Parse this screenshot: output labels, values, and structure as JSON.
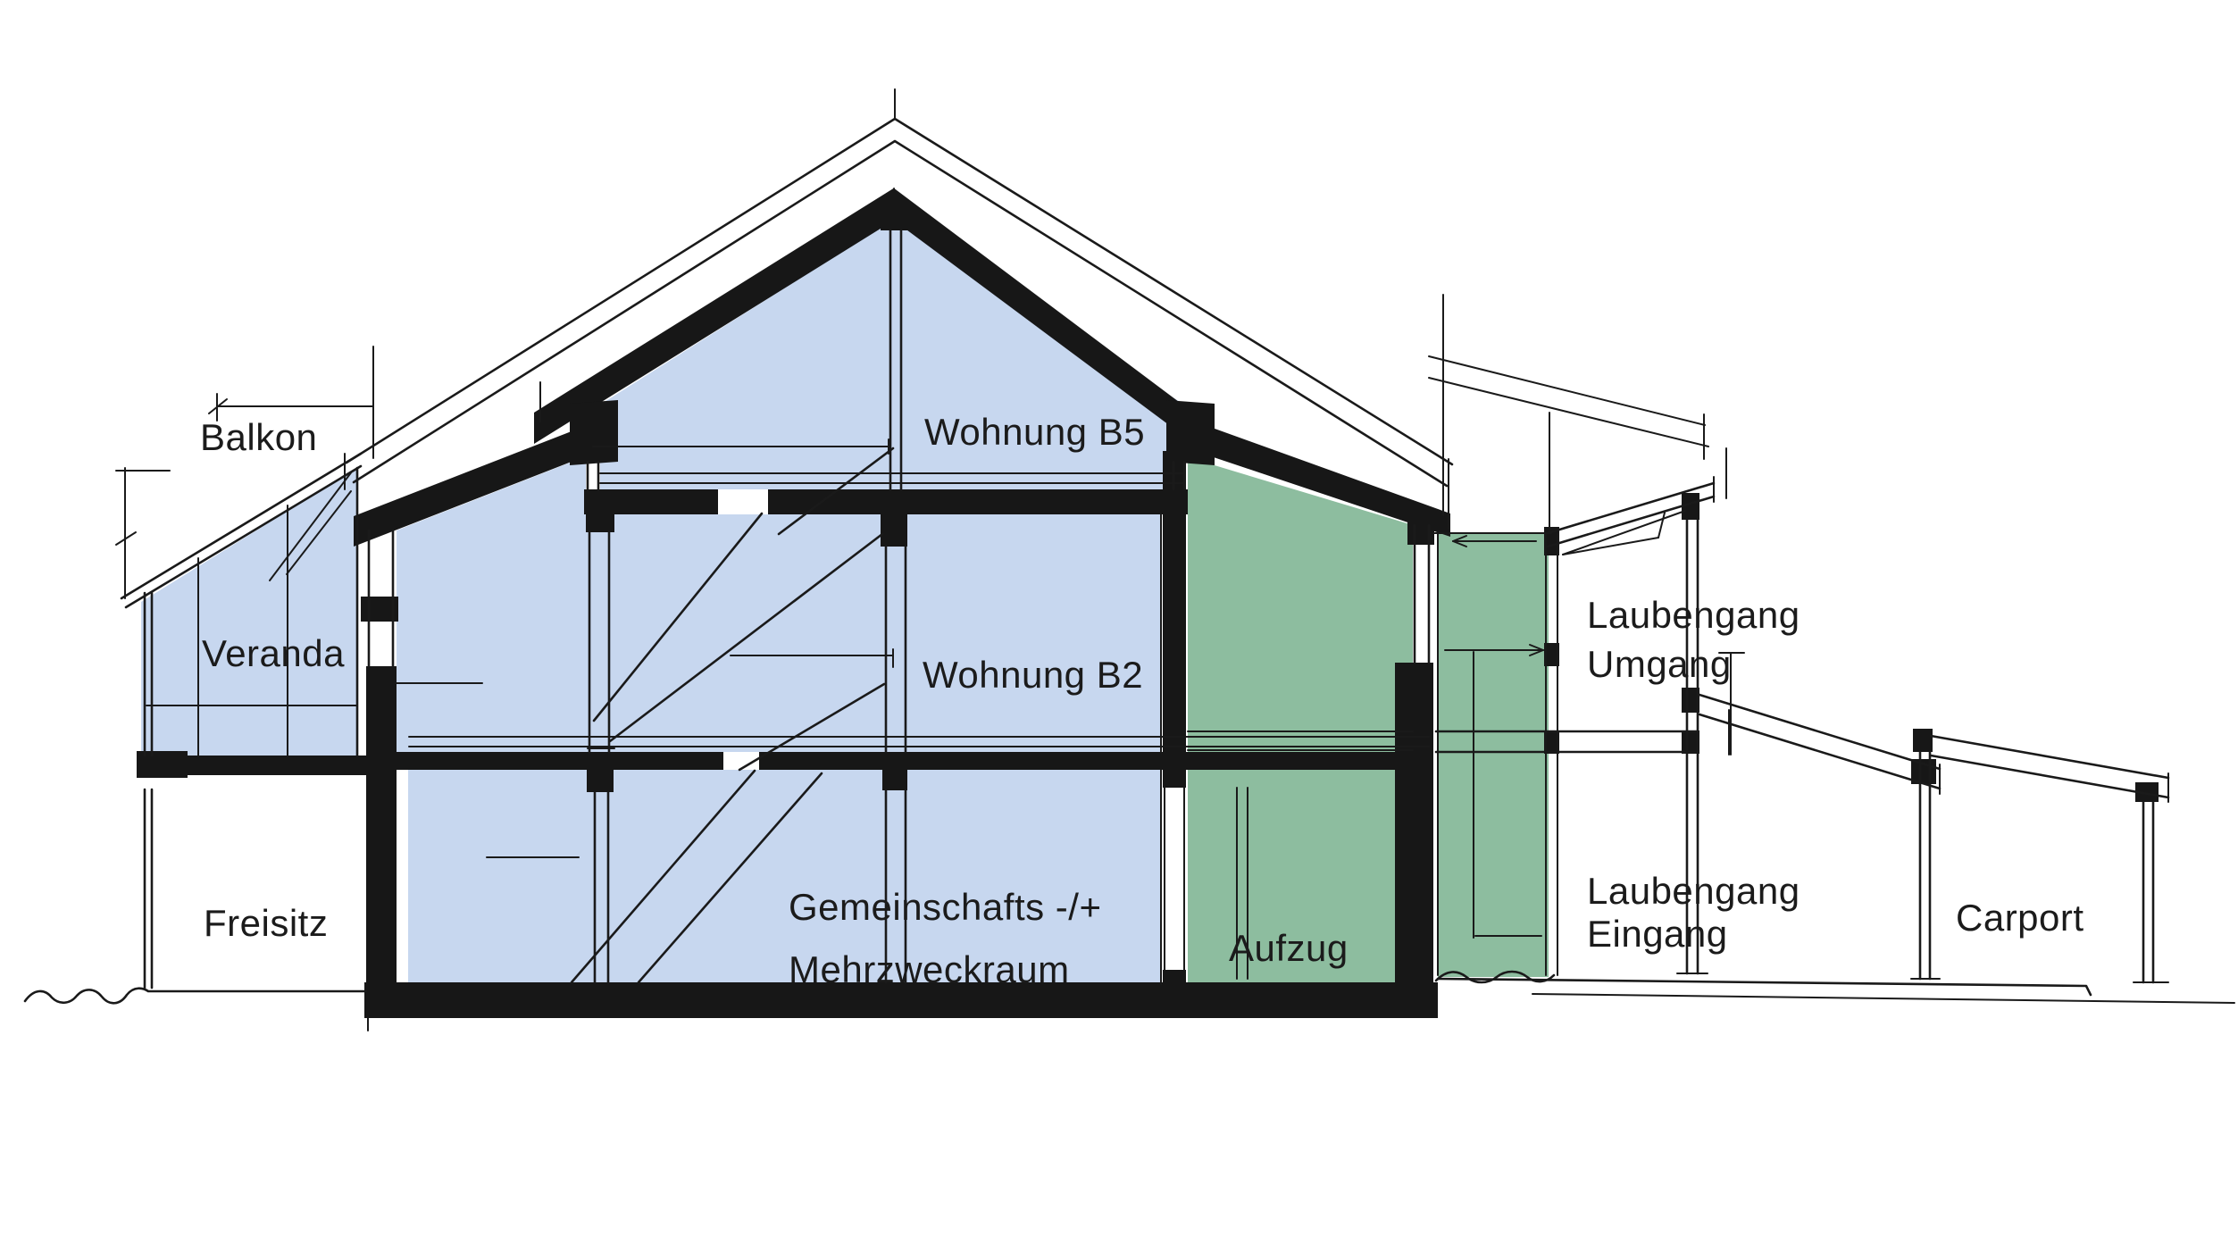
{
  "drawing": {
    "type": "architectural cross-section sketch",
    "colors": {
      "apartment_fill": "#c7d7ef",
      "circulation_fill": "#8dbd9f",
      "ink": "#1a1a1a",
      "background": "#ffffff"
    },
    "labels": {
      "balkon": "Balkon",
      "veranda": "Veranda",
      "freisitz": "Freisitz",
      "wohnung_b5": "Wohnung B5",
      "wohnung_b2": "Wohnung B2",
      "gemeinschaft_line1": "Gemeinschafts -/+",
      "gemeinschaft_line2": "Mehrzweckraum",
      "aufzug": "Aufzug",
      "laubengang_umgang_line1": "Laubengang",
      "laubengang_umgang_line2": "Umgang",
      "laubengang_eingang_line1": "Laubengang",
      "laubengang_eingang_line2": "Eingang",
      "carport": "Carport"
    }
  }
}
